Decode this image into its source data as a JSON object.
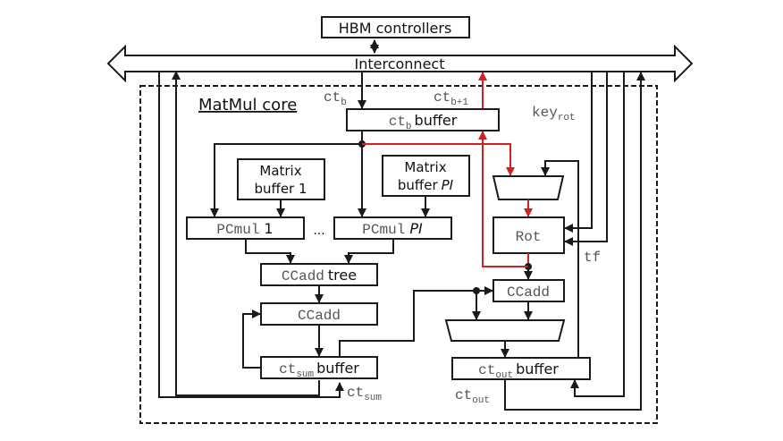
{
  "diagram": {
    "title": "MatMul core",
    "hbm": "HBM controllers",
    "interconnect": "Interconnect",
    "labels": {
      "ct": "ct",
      "b": "b",
      "b1": "b+1",
      "key": "key",
      "rot_sub": "rot",
      "tf": "tf",
      "sum": "sum",
      "out": "out"
    },
    "blocks": {
      "ctb_buffer_mono": "ct",
      "ctb_buffer_sub": "b",
      "ctb_buffer_text": "buffer",
      "matrix_buffer_1_line1": "Matrix",
      "matrix_buffer_1_line2": "buffer 1",
      "matrix_buffer_pi_line1": "Matrix",
      "matrix_buffer_pi_line2": "buffer",
      "pi": "PI",
      "pcmul": "PCmul",
      "pcmul_1_idx": "1",
      "ellipsis": "...",
      "ccadd": "CCadd",
      "tree": "tree",
      "rot": "Rot",
      "buffer": "buffer"
    },
    "colors": {
      "highlight_path": "#d42020",
      "wire": "#1a1a1a"
    }
  }
}
